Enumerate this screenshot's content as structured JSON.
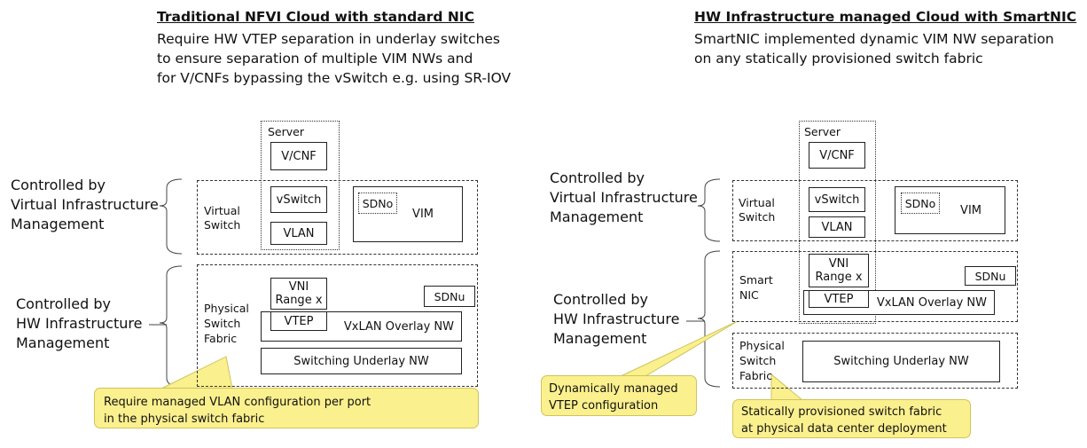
{
  "left": {
    "heading": "Traditional NFVI Cloud with standard NIC",
    "desc": [
      "Require HW VTEP separation in underlay switches",
      "to ensure separation of multiple VIM NWs and",
      "for V/CNFs bypassing the vSwitch e.g. using SR-IOV"
    ],
    "ctrl_vim": [
      "Controlled by",
      "Virtual Infrastructure",
      "Management"
    ],
    "ctrl_hw": [
      "Controlled by",
      "HW Infrastructure",
      "Management"
    ],
    "server_label": "Server",
    "vcnf": "V/CNF",
    "virtual_switch": [
      "Virtual",
      "Switch"
    ],
    "vswitch": "vSwitch",
    "vlan": "VLAN",
    "sdno": "SDNo",
    "vim": "VIM",
    "physical_switch": [
      "Physical",
      "Switch",
      "Fabric"
    ],
    "vni": [
      "VNI",
      "Range x"
    ],
    "sdnu": "SDNu",
    "vtep": "VTEP",
    "overlay": "VxLAN Overlay NW",
    "underlay": "Switching Underlay NW",
    "callout": [
      "Require managed VLAN configuration per port",
      "in the physical switch fabric"
    ]
  },
  "right": {
    "heading": "HW Infrastructure managed Cloud with SmartNIC",
    "desc": [
      "SmartNIC implemented dynamic VIM NW separation",
      "on any statically provisioned switch fabric"
    ],
    "ctrl_vim": [
      "Controlled by",
      "Virtual Infrastructure",
      "Management"
    ],
    "ctrl_hw": [
      "Controlled by",
      "HW Infrastructure",
      "Management"
    ],
    "server_label": "Server",
    "vcnf": "V/CNF",
    "virtual_switch": [
      "Virtual",
      "Switch"
    ],
    "vswitch": "vSwitch",
    "vlan": "VLAN",
    "sdno": "SDNo",
    "vim": "VIM",
    "smart_nic": [
      "Smart",
      "NIC"
    ],
    "vni": [
      "VNI",
      "Range x"
    ],
    "sdnu": "SDNu",
    "vtep": "VTEP",
    "overlay": "VxLAN Overlay NW",
    "physical_switch": [
      "Physical",
      "Switch",
      "Fabric"
    ],
    "underlay": "Switching Underlay NW",
    "callout_vtep": [
      "Dynamically managed",
      "VTEP configuration"
    ],
    "callout_fabric": [
      "Statically provisioned switch fabric",
      "at physical data center deployment"
    ]
  },
  "colors": {
    "callout_fill": "#fbf08e",
    "callout_border": "#cfc35c",
    "line": "#222222"
  }
}
